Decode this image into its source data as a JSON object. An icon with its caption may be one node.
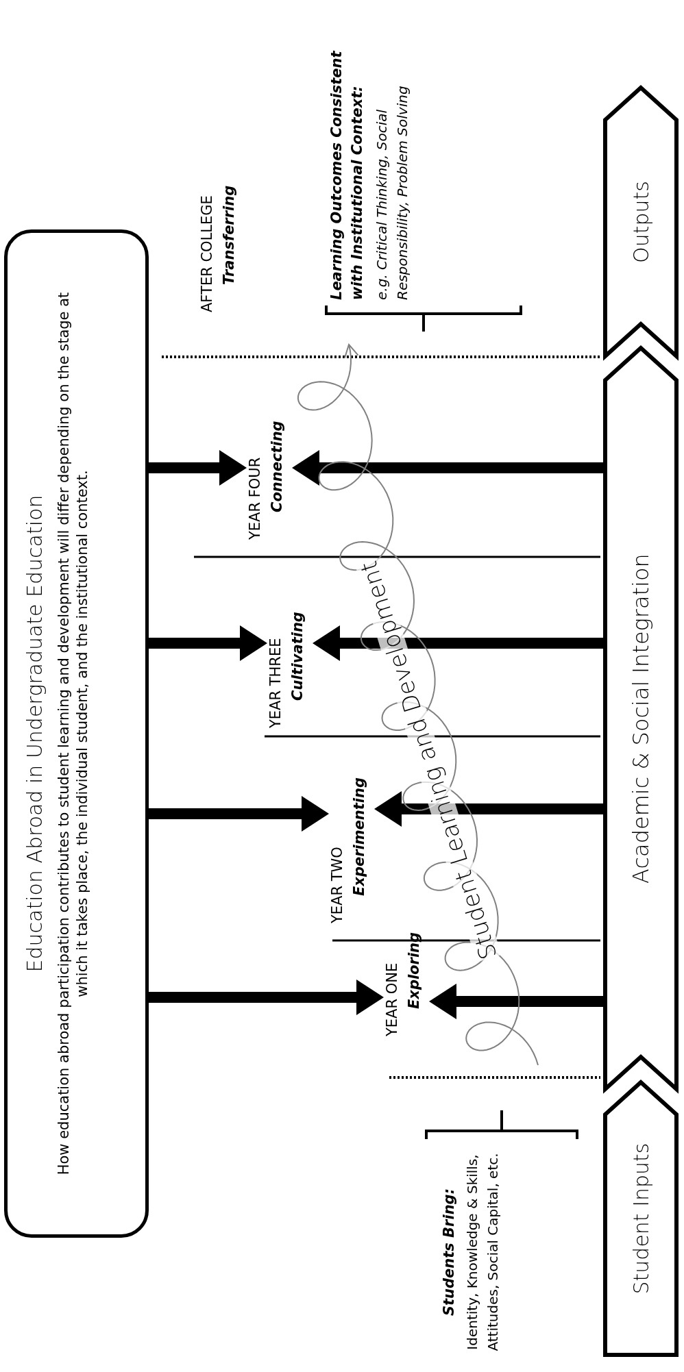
{
  "diagram": {
    "nodes": [
      {
        "text": [
          "Education Abroad in Undergraduate Education",
          "How education abroad participation contributes to student learning and development will differ depending on the stage at which it takes place, the individual student, and the institutional context."
        ]
      },
      {
        "text": [
          "YEAR ONE",
          "Exploring"
        ]
      },
      {
        "text": [
          "YEAR TWO",
          "Experimenting"
        ]
      },
      {
        "text": [
          "YEAR THREE",
          "Cultivating"
        ]
      },
      {
        "text": [
          "YEAR FOUR",
          "Connecting"
        ]
      },
      {
        "text": [
          "AFTER COLLEGE",
          "Transferring"
        ]
      },
      {
        "text": [
          "Students Bring:",
          "Identity, Knowledge & Skills, Attitudes, Social Capital, etc."
        ]
      },
      {
        "text": [
          "Learning Outcomes Consistent with Institutional Context:",
          "e.g. Critical Thinking, Social Responsibility, Problem Solving"
        ]
      },
      {
        "text": [
          "Student Inputs"
        ]
      },
      {
        "text": [
          "Academic & Social Integration"
        ]
      },
      {
        "text": [
          "Outputs"
        ]
      }
    ],
    "edges": [
      {
        "from": 0,
        "to": 1,
        "arrow": "to"
      },
      {
        "from": 0,
        "to": 2,
        "arrow": "to"
      },
      {
        "from": 0,
        "to": 3,
        "arrow": "to"
      },
      {
        "from": 0,
        "to": 4,
        "arrow": "to"
      },
      {
        "from": 9,
        "to": 1,
        "arrow": "to"
      },
      {
        "from": 9,
        "to": 2,
        "arrow": "to"
      },
      {
        "from": 9,
        "to": 3,
        "arrow": "to"
      },
      {
        "from": 9,
        "to": 4,
        "arrow": "to"
      },
      {
        "from": null,
        "to": 7,
        "arrow": "to",
        "label": "Student Learning and Development",
        "color": "#808080"
      }
    ]
  }
}
